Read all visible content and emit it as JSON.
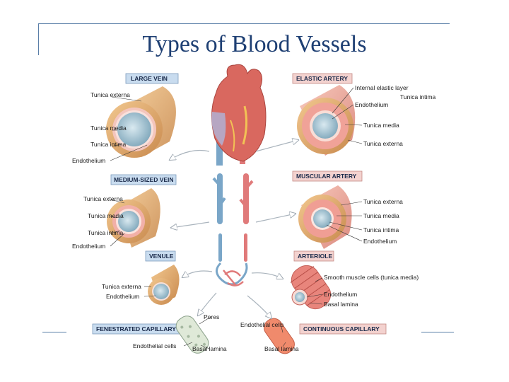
{
  "page": {
    "title": "Types of Blood Vessels"
  },
  "figure": {
    "large_vein": {
      "name": "LARGE VEIN",
      "labels": [
        "Tunica externa",
        "Tunica media",
        "Tunica intima",
        "Endothelium"
      ]
    },
    "medium_vein": {
      "name": "MEDIUM-SIZED VEIN",
      "labels": [
        "Tunica externa",
        "Tunica media",
        "Tunica intima",
        "Endothelium"
      ]
    },
    "venule": {
      "name": "VENULE",
      "labels": [
        "Tunica externa",
        "Endothelium"
      ]
    },
    "fenestrated_capillary": {
      "name": "FENESTRATED CAPILLARY",
      "labels": [
        "Pores",
        "Endothelial cells",
        "Basal lamina"
      ]
    },
    "elastic_artery": {
      "name": "ELASTIC ARTERY",
      "labels": [
        "Internal elastic layer",
        "Endothelium",
        "Tunica intima",
        "Tunica media",
        "Tunica externa"
      ]
    },
    "muscular_artery": {
      "name": "MUSCULAR ARTERY",
      "labels": [
        "Tunica externa",
        "Tunica media",
        "Tunica intima",
        "Endothelium"
      ]
    },
    "arteriole": {
      "name": "ARTERIOLE",
      "labels": [
        "Smooth muscle cells (tunica media)",
        "Endothelium",
        "Basal lamina"
      ]
    },
    "continuous_capillary": {
      "name": "CONTINUOUS CAPILLARY",
      "labels": [
        "Endothelial cells",
        "Basal lamina"
      ]
    }
  },
  "colors": {
    "title": "#1e3f73",
    "frame": "#5a7fa8",
    "vein_blue": "#7aa6c8",
    "artery_red": "#e07a7a",
    "externa_tan": "#e0a86a",
    "media_pink": "#f2b0a8",
    "lumen": "#9fc0d0"
  }
}
